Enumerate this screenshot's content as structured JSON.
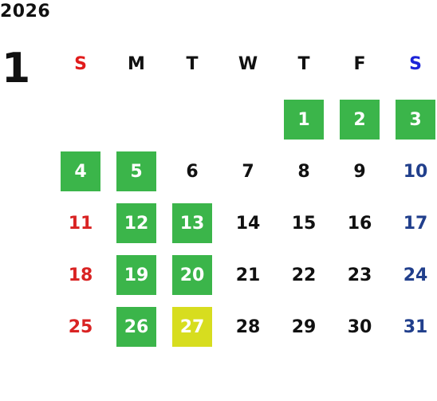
{
  "year": "2026",
  "month": "1",
  "weekdays": [
    {
      "label": "S",
      "color": "#e11b1b"
    },
    {
      "label": "M",
      "color": "#111111"
    },
    {
      "label": "T",
      "color": "#111111"
    },
    {
      "label": "W",
      "color": "#111111"
    },
    {
      "label": "T",
      "color": "#111111"
    },
    {
      "label": "F",
      "color": "#111111"
    },
    {
      "label": "S",
      "color": "#1c24d8"
    }
  ],
  "colors": {
    "sunday": "#d92323",
    "saturday": "#213f8c",
    "weekday": "#111111",
    "highlight_green": "#3bb54a",
    "highlight_yellow": "#d7dd1f",
    "highlight_text": "#ffffff"
  },
  "weeks": [
    [
      null,
      null,
      null,
      null,
      {
        "day": "1",
        "highlight": "green"
      },
      {
        "day": "2",
        "highlight": "green"
      },
      {
        "day": "3",
        "highlight": "green"
      }
    ],
    [
      {
        "day": "4",
        "highlight": "green"
      },
      {
        "day": "5",
        "highlight": "green"
      },
      {
        "day": "6"
      },
      {
        "day": "7"
      },
      {
        "day": "8"
      },
      {
        "day": "9"
      },
      {
        "day": "10"
      }
    ],
    [
      {
        "day": "11"
      },
      {
        "day": "12",
        "highlight": "green"
      },
      {
        "day": "13",
        "highlight": "green"
      },
      {
        "day": "14"
      },
      {
        "day": "15"
      },
      {
        "day": "16"
      },
      {
        "day": "17"
      }
    ],
    [
      {
        "day": "18"
      },
      {
        "day": "19",
        "highlight": "green"
      },
      {
        "day": "20",
        "highlight": "green"
      },
      {
        "day": "21"
      },
      {
        "day": "22"
      },
      {
        "day": "23"
      },
      {
        "day": "24"
      }
    ],
    [
      {
        "day": "25"
      },
      {
        "day": "26",
        "highlight": "green"
      },
      {
        "day": "27",
        "highlight": "yellow"
      },
      {
        "day": "28"
      },
      {
        "day": "29"
      },
      {
        "day": "30"
      },
      {
        "day": "31"
      }
    ]
  ]
}
